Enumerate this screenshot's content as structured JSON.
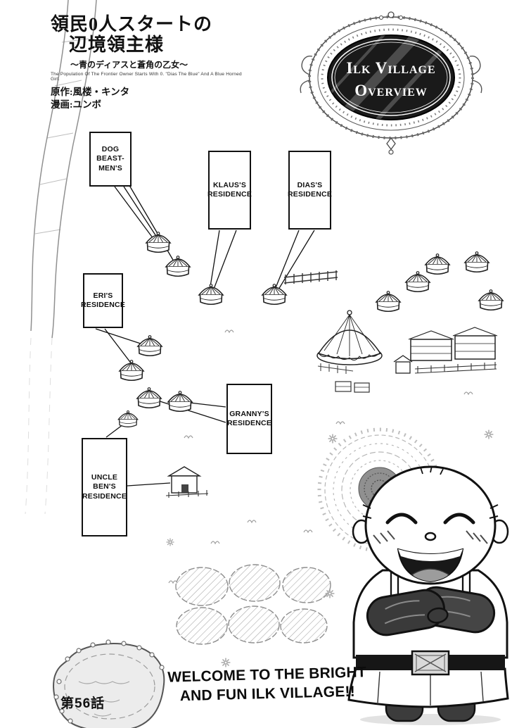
{
  "page": {
    "series_title_line1": "領民0人スタートの",
    "series_title_line2": "辺境領主様",
    "series_subtitle": "～青のディアスと蒼角の乙女～",
    "series_title_en": "The Population Of The Frontier Owner Starts With 0. \"Dias The Blue\" And A Blue Horned Girl.",
    "credit_original": "原作:風楼・キンタ",
    "credit_manga": "漫画:ユンボ",
    "chapter_label": "第56話"
  },
  "badge": {
    "line1": "Ilk Village",
    "line2": "Overview"
  },
  "labels": {
    "dog_beastmen": {
      "lines": [
        "DOG",
        "BEAST-",
        "MEN'S"
      ]
    },
    "klaus": {
      "lines": [
        "KLAUS'S",
        "RESIDENCE"
      ]
    },
    "dias": {
      "lines": [
        "DIAS'S",
        "RESIDENCE"
      ]
    },
    "eri": {
      "lines": [
        "ERI'S",
        "RESIDENCE"
      ]
    },
    "granny": {
      "lines": [
        "GRANNY'S",
        "RESIDENCE"
      ]
    },
    "uncle_ben": {
      "lines": [
        "UNCLE",
        "BEN'S",
        "RESIDENCE"
      ]
    }
  },
  "caption": {
    "line1": "WELCOME TO THE BRIGHT",
    "line2": "AND FUN ILK VILLAGE!!"
  },
  "icons": {
    "yurt": "yurt-tent-icon",
    "big_tent": "pavilion-tent-icon",
    "flower": "flower-sparkle-icon",
    "pond": "pond",
    "crop_field": "crop-field",
    "garden": "lace-garden-patch",
    "character": "dias-chibi-character",
    "road": "village-road"
  },
  "colors": {
    "ink": "#111111",
    "paper": "#ffffff",
    "badge_bg": "#1a1a1a",
    "mitten": "#3a3a3a"
  }
}
